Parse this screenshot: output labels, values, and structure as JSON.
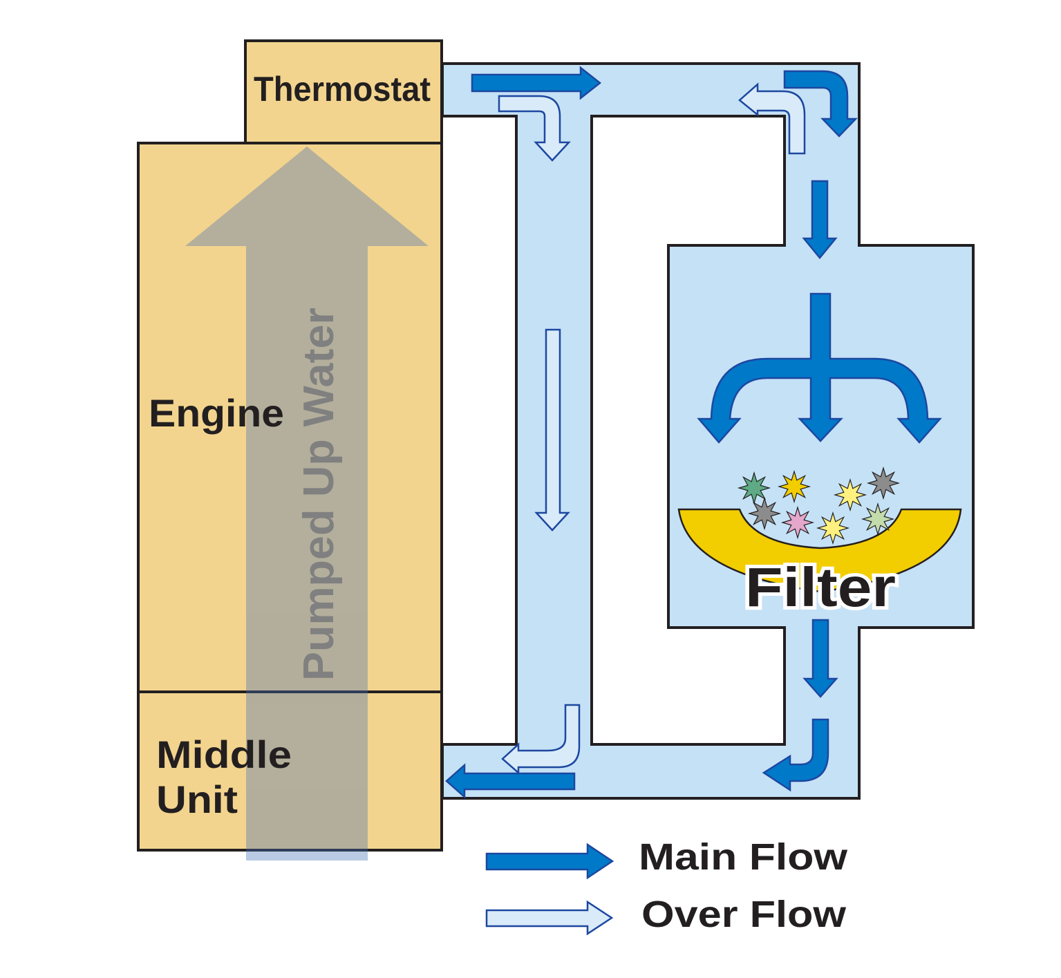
{
  "labels": {
    "thermostat": "Thermostat",
    "engine": "Engine",
    "middle_unit_line1": "Middle",
    "middle_unit_line2": "Unit",
    "pumped_up_water": "Pumped Up Water",
    "filter": "Filter"
  },
  "legend": {
    "main_flow": "Main Flow",
    "over_flow": "Over Flow"
  },
  "colors": {
    "engine_fill": "#f2d48e",
    "pipe_fill": "#c5e1f6",
    "main_flow": "#0079c8",
    "over_flow": "#d9ebf9",
    "arrow_outline": "#1d47a0",
    "pumped_arrow": "#aeab9d",
    "filter_bowl": "#f2cd00",
    "outline": "#231f20"
  },
  "particles": [
    {
      "color": "#5daa84"
    },
    {
      "color": "#f2cd00"
    },
    {
      "color": "#fff17f"
    },
    {
      "color": "#8c8c8c"
    },
    {
      "color": "#8c8c8c"
    },
    {
      "color": "#e5a7cb"
    },
    {
      "color": "#fff17f"
    },
    {
      "color": "#c3dcab"
    }
  ]
}
